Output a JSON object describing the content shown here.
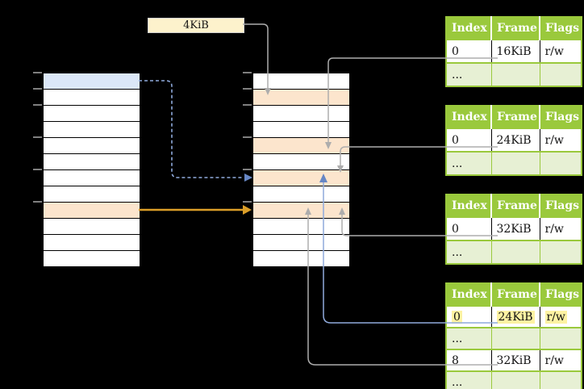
{
  "colors": {
    "background": "#000000",
    "green": "#9AC93C",
    "light-green": "#E7F0D4",
    "blue-row": "#DBE7F8",
    "peach-row": "#FCE5CD",
    "cream": "#FDF2CC",
    "highlight-yellow": "#FDF2A2",
    "gray-line": "#ADADAD",
    "blue-line": "#8FAADC",
    "blue-head": "#6787C5",
    "orange-line": "#DB9E28",
    "tick": "#7F7F7F"
  },
  "page_size_label": "4KiB",
  "memory_columns": [
    {
      "id": "left",
      "rows": [
        "blue",
        "white",
        "white",
        "white",
        "white",
        "white",
        "white",
        "white",
        "peach",
        "white",
        "white",
        "white"
      ]
    },
    {
      "id": "middle",
      "rows": [
        "white",
        "peach",
        "white",
        "white",
        "peach",
        "white",
        "peach",
        "white",
        "peach",
        "white",
        "white",
        "white"
      ]
    }
  ],
  "frame_tables": [
    {
      "id": "table-1",
      "columns": [
        "Index",
        "Frame",
        "Flags"
      ],
      "rows": [
        {
          "style": "data",
          "cells": [
            "0",
            "16KiB",
            "r/w"
          ]
        },
        {
          "style": "ellipsis",
          "cells": [
            "...",
            "",
            ""
          ]
        }
      ]
    },
    {
      "id": "table-2",
      "columns": [
        "Index",
        "Frame",
        "Flags"
      ],
      "rows": [
        {
          "style": "data",
          "cells": [
            "0",
            "24KiB",
            "r/w"
          ]
        },
        {
          "style": "ellipsis",
          "cells": [
            "...",
            "",
            ""
          ]
        }
      ]
    },
    {
      "id": "table-3",
      "columns": [
        "Index",
        "Frame",
        "Flags"
      ],
      "rows": [
        {
          "style": "data",
          "cells": [
            "0",
            "32KiB",
            "r/w"
          ]
        },
        {
          "style": "ellipsis",
          "cells": [
            "...",
            "",
            ""
          ]
        }
      ]
    },
    {
      "id": "table-4",
      "columns": [
        "Index",
        "Frame",
        "Flags"
      ],
      "rows": [
        {
          "style": "data",
          "cells": [
            "0",
            "24KiB",
            "r/w"
          ],
          "highlight": true
        },
        {
          "style": "ellipsis",
          "cells": [
            "...",
            "",
            ""
          ]
        },
        {
          "style": "data",
          "cells": [
            "8",
            "32KiB",
            "r/w"
          ]
        },
        {
          "style": "ellipsis",
          "cells": [
            "...",
            "",
            ""
          ]
        }
      ]
    }
  ],
  "arrows": [
    {
      "id": "arrow-4kib-to-middle",
      "from": "4KiB label",
      "to": "middle column row 2",
      "style": "solid gray, down"
    },
    {
      "id": "arrow-table1-16kib",
      "from": "table 1 row 0 (16KiB)",
      "to": "middle column row 5",
      "style": "solid gray, down"
    },
    {
      "id": "arrow-table2-24kib",
      "from": "table 2 row 0 (24KiB)",
      "to": "middle column row 7",
      "style": "solid gray, down"
    },
    {
      "id": "arrow-table3-32kib",
      "from": "table 3 row 0 (32KiB)",
      "to": "middle column row 9",
      "style": "solid gray, up"
    },
    {
      "id": "arrow-table4-24kib",
      "from": "table 4 row 0 (24KiB, highlighted)",
      "to": "middle column row 7",
      "style": "solid blue, up"
    },
    {
      "id": "arrow-table4-32kib",
      "from": "table 4 row 8 (32KiB)",
      "to": "middle column row 9",
      "style": "solid gray, up"
    },
    {
      "id": "arrow-left-blue-row",
      "from": "left column row 1 (blue)",
      "to": "middle column row 7",
      "style": "dashed blue, right"
    },
    {
      "id": "arrow-left-peach-row",
      "from": "left column row 9 (peach)",
      "to": "middle column row 9",
      "style": "solid orange, right"
    }
  ]
}
